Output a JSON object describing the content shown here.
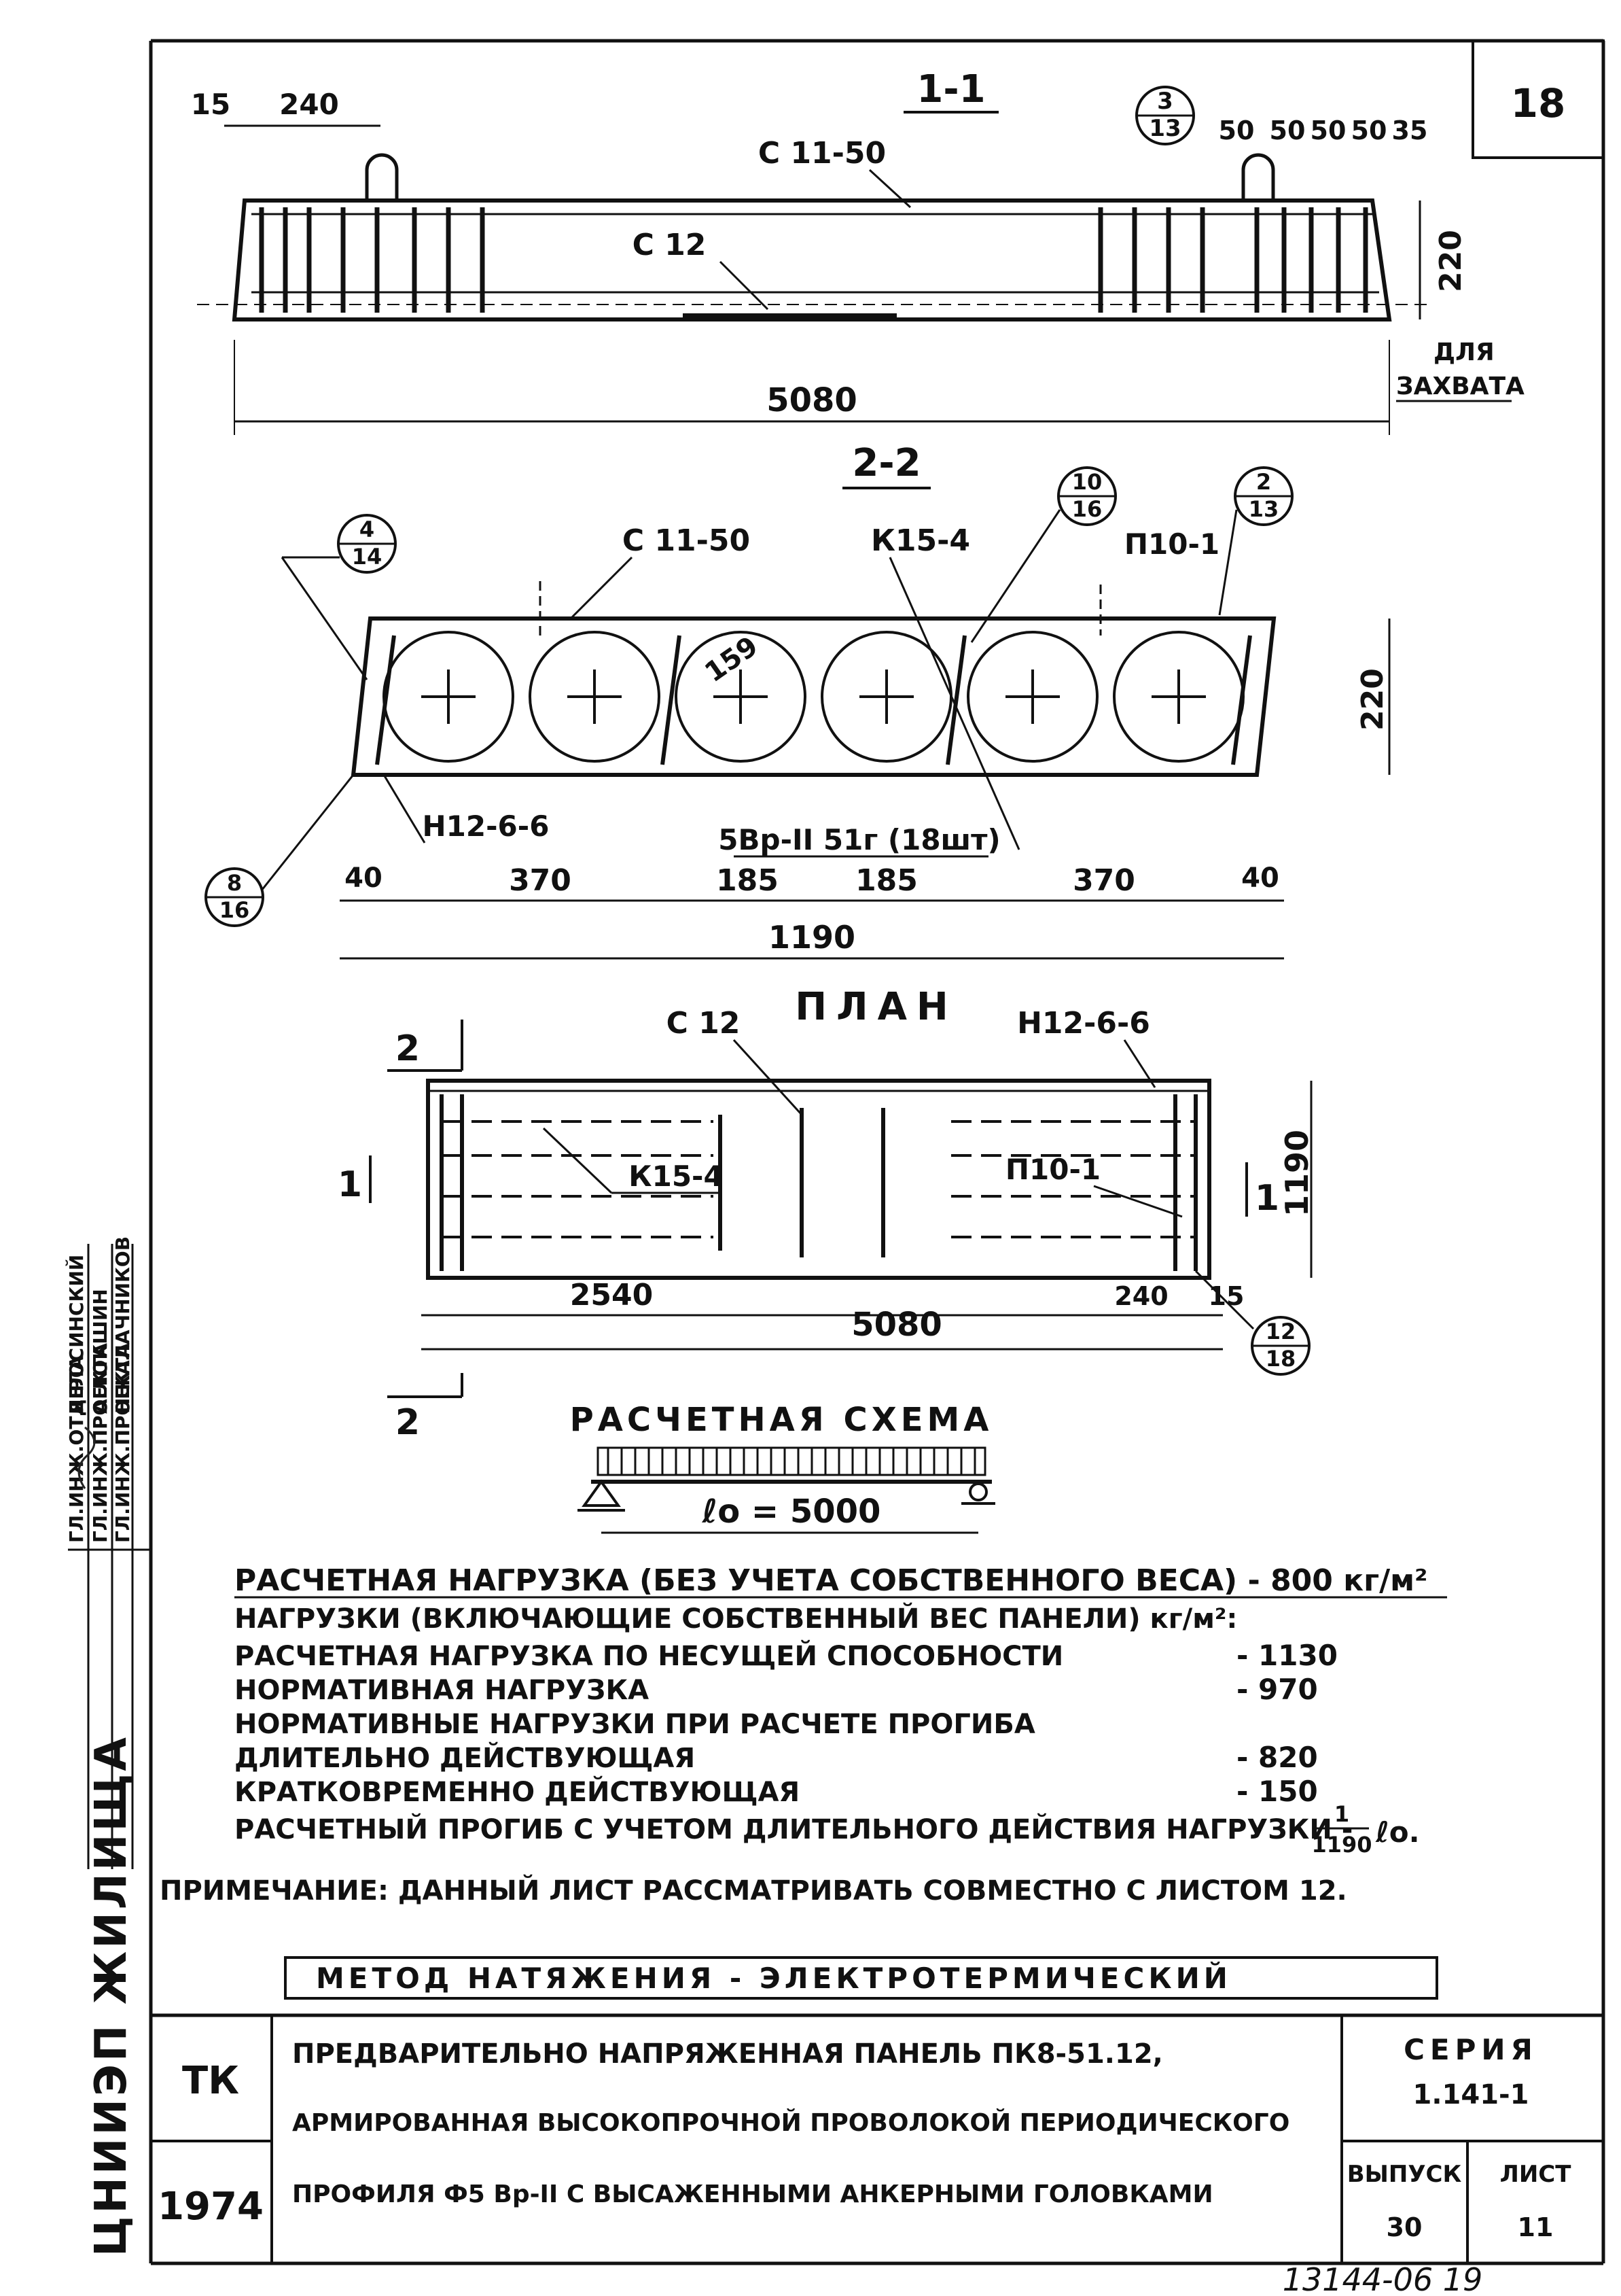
{
  "sheet_number": "18",
  "section_1": {
    "title": "1-1",
    "dims_top": [
      "15",
      "240",
      "50",
      "50",
      "50",
      "50",
      "35"
    ],
    "callout": {
      "top": "3",
      "bottom": "13"
    },
    "labels": {
      "mesh": "С 11-50",
      "frame": "С 12"
    },
    "height": "220",
    "grip_label_1": "ДЛЯ",
    "grip_label_2": "ЗАХВАТА",
    "length": "5080"
  },
  "section_2": {
    "title": "2-2",
    "callouts": [
      {
        "top": "4",
        "bottom": "14"
      },
      {
        "top": "10",
        "bottom": "16"
      },
      {
        "top": "2",
        "bottom": "13"
      },
      {
        "top": "8",
        "bottom": "16"
      }
    ],
    "labels": {
      "mesh": "С 11-50",
      "frame": "К15-4",
      "loop": "П10-1",
      "bottom_mesh": "Н12-6-6",
      "wire": "5Вр-II 51г (18шт)",
      "hole_dia": "159"
    },
    "height": "220",
    "dims": [
      "40",
      "370",
      "185",
      "185",
      "370",
      "40"
    ],
    "width": "1190"
  },
  "plan": {
    "title": "ПЛАН",
    "section_marks": [
      "2",
      "1",
      "1",
      "2"
    ],
    "labels": {
      "frame": "С 12",
      "mesh": "Н12-6-6",
      "frame2": "К15-4",
      "loop": "П10-1"
    },
    "width": "1190",
    "dims": [
      "2540",
      "240",
      "15"
    ],
    "length": "5080",
    "callout": {
      "top": "12",
      "bottom": "18"
    }
  },
  "scheme": {
    "title": "РАСЧЕТНАЯ СХЕМА",
    "span": "ℓо = 5000"
  },
  "notes": {
    "design_load": "РАСЧЕТНАЯ НАГРУЗКА (БЕЗ УЧЕТА СОБСТВЕННОГО ВЕСА) - 800 кг/м²",
    "loads_header": "НАГРУЗКИ (ВКЛЮЧАЮЩИЕ СОБСТВЕННЫЙ ВЕС ПАНЕЛИ) кг/м²:",
    "rows": [
      {
        "label": "РАСЧЕТНАЯ НАГРУЗКА ПО НЕСУЩЕЙ СПОСОБНОСТИ",
        "value": "- 1130"
      },
      {
        "label": "НОРМАТИВНАЯ НАГРУЗКА",
        "value": "- 970"
      },
      {
        "label": "НОРМАТИВНЫЕ НАГРУЗКИ ПРИ РАСЧЕТЕ ПРОГИБА",
        "value": ""
      },
      {
        "label": "ДЛИТЕЛЬНО ДЕЙСТВУЮЩАЯ",
        "value": "- 820"
      },
      {
        "label": "КРАТКОВРЕМЕННО ДЕЙСТВУЮЩАЯ",
        "value": "- 150"
      }
    ],
    "deflection": "РАСЧЕТНЫЙ ПРОГИБ С УЧЕТОМ ДЛИТЕЛЬНОГО ДЕЙСТВИЯ НАГРУЗКИ -",
    "deflection_num": "1",
    "deflection_den": "1190",
    "deflection_suffix": "ℓо.",
    "remark": "ПРИМЕЧАНИЕ: ДАННЫЙ ЛИСТ РАССМАТРИВАТЬ СОВМЕСТНО С ЛИСТОМ 12."
  },
  "method": "МЕТОД НАТЯЖЕНИЯ - ЭЛЕКТРОТЕРМИЧЕСКИЙ",
  "stamp": {
    "org": "ЦНИИЭП ЖИЛИЩА",
    "signatures": [
      {
        "role": "ГЛ.ИНЖ.ОТДЕЛА",
        "name": "Я.РОСИНСКИЙ"
      },
      {
        "role": "ГЛ.ИНЖ.ПРОЕКТА",
        "name": "А.ЛОКШИН"
      },
      {
        "role": "ГЛ.ИНЖ.ПРОЕКТА",
        "name": "Н.КАЛАЧНИКОВ"
      }
    ],
    "code": "ТК",
    "year": "1974",
    "title_1": "ПРЕДВАРИТЕЛЬНО НАПРЯЖЕННАЯ ПАНЕЛЬ ПК8-51.12,",
    "title_2": "АРМИРОВАННАЯ ВЫСОКОПРОЧНОЙ ПРОВОЛОКОЙ ПЕРИОДИЧЕСКОГО",
    "title_3": "ПРОФИЛЯ Ф5 Вр-II С ВЫСАЖЕННЫМИ АНКЕРНЫМИ ГОЛОВКАМИ",
    "series_label": "СЕРИЯ",
    "series": "1.141-1",
    "issue_label": "ВЫПУСК",
    "issue": "30",
    "sheet_label": "ЛИСТ",
    "sheet": "11"
  },
  "archive_number": "13144-06 19"
}
